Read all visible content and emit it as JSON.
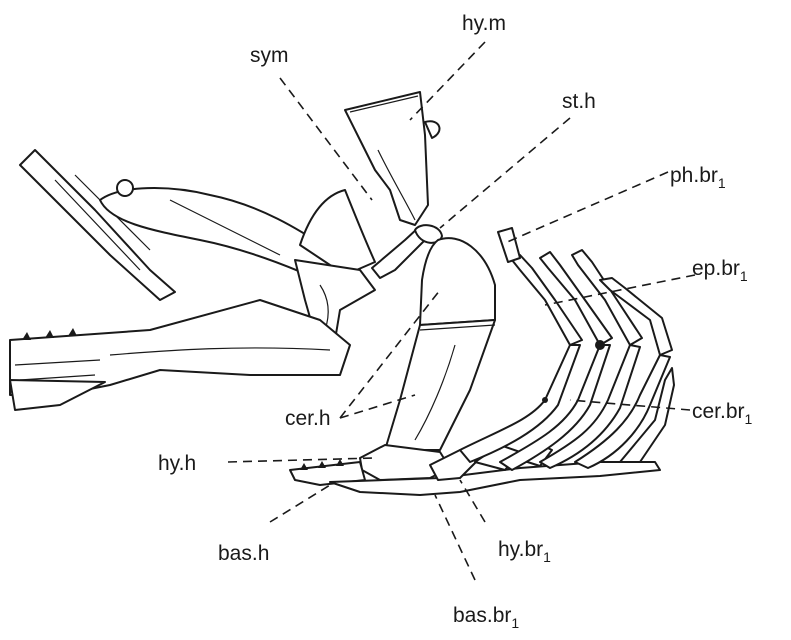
{
  "labels": {
    "sym": "sym",
    "hy_m": "hy.m",
    "st_h": "st.h",
    "ph_br": "ph.br",
    "ep_br": "ep.br",
    "cer_br": "cer.br",
    "cer_h": "cer.h",
    "hy_h": "hy.h",
    "bas_h": "bas.h",
    "hy_br": "hy.br",
    "bas_br": "bas.br",
    "subscript": "1"
  }
}
